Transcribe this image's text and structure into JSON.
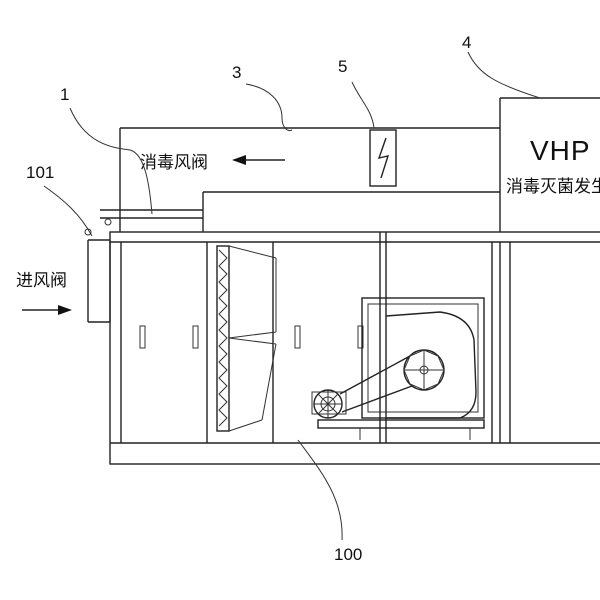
{
  "labels": {
    "n1": "1",
    "n3": "3",
    "n4": "4",
    "n5": "5",
    "n101": "101",
    "n100": "100",
    "disinfect_damper": "消毒风阀",
    "inlet_damper": "进风阀",
    "vhp": "VHP",
    "vhp_generator": "消毒灭菌发生"
  },
  "icons": {
    "arrow_left": "arrow-left-icon",
    "arrow_right": "arrow-right-icon",
    "lightning": "lightning-icon",
    "fan": "fan-icon",
    "motor": "motor-icon"
  },
  "colors": {
    "line": "#222222",
    "background": "#ffffff"
  }
}
